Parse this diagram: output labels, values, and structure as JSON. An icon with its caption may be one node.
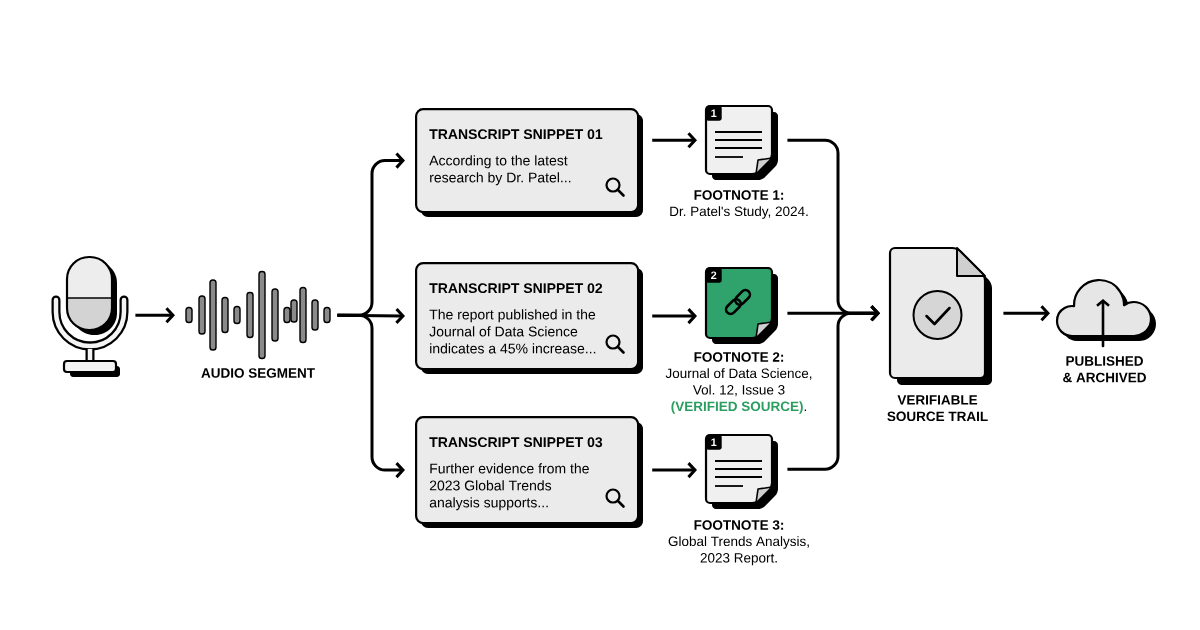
{
  "diagram": {
    "nodes": [
      {
        "text": [],
        "shape": "picture"
      },
      {
        "text": [],
        "shape": "picture",
        "beside": [
          "AUDIO SEGMENT"
        ]
      },
      {
        "text": [
          "TRANSCRIPT SNIPPET 01",
          "According to the latest research by Dr. Patel..."
        ]
      },
      {
        "text": [
          "1"
        ],
        "beside": [
          "FOOTNOTE 1:",
          "Dr. Patel's Study, 2024."
        ]
      },
      {
        "text": [
          "TRANSCRIPT SNIPPET 02",
          "The report published in the Journal of Data Science indicates a 45% increase..."
        ]
      },
      {
        "text": [
          "2"
        ],
        "beside": [
          "FOOTNOTE 2:",
          "Journal of Data Science, Vol. 12, Issue 3 **(VERIFIED SOURCE)**."
        ]
      },
      {
        "text": [
          "TRANSCRIPT SNIPPET 03",
          "Further evidence from the 2023 Global Trends analysis supports..."
        ]
      },
      {
        "text": [
          "1"
        ],
        "beside": [
          "FOOTNOTE 3:",
          "Global Trends Analysis, 2023 Report."
        ]
      },
      {
        "text": [],
        "shape": "picture",
        "beside": [
          "VERIFIABLE SOURCE TRAIL"
        ]
      },
      {
        "text": [],
        "shape": "cloud",
        "beside": [
          "PUBLISHED & ARCHIVED"
        ]
      }
    ],
    "edges": [
      {
        "from": 0,
        "to": 1,
        "arrow": "to"
      },
      {
        "from": 1,
        "to": 2,
        "arrow": "to"
      },
      {
        "from": 1,
        "to": 4,
        "arrow": "to"
      },
      {
        "from": 1,
        "to": 6,
        "arrow": "to"
      },
      {
        "from": 2,
        "to": 3,
        "arrow": "to"
      },
      {
        "from": 4,
        "to": 5,
        "arrow": "to"
      },
      {
        "from": 6,
        "to": 7,
        "arrow": "to"
      },
      {
        "from": 3,
        "to": 8,
        "arrow": "to"
      },
      {
        "from": 5,
        "to": 8,
        "arrow": "to"
      },
      {
        "from": 7,
        "to": 8,
        "arrow": "to"
      },
      {
        "from": 8,
        "to": 9,
        "arrow": "to"
      }
    ]
  }
}
